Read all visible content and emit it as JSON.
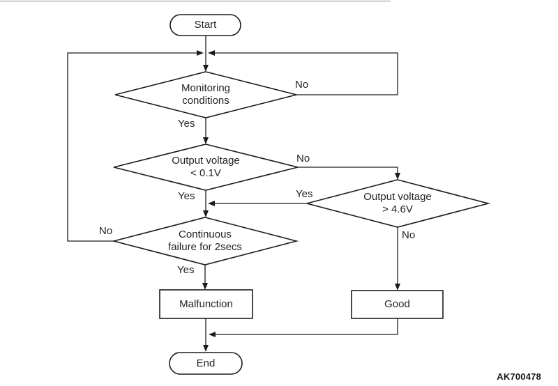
{
  "figure_code": "AK700478",
  "flowchart": {
    "nodes": {
      "start": {
        "label": "Start"
      },
      "monitoring": {
        "label": "Monitoring\nconditions"
      },
      "output_low": {
        "label": "Output voltage\n< 0.1V"
      },
      "output_high": {
        "label": "Output voltage\n> 4.6V"
      },
      "continuous": {
        "label": "Continuous\nfailure for 2secs"
      },
      "malfunction": {
        "label": "Malfunction"
      },
      "good": {
        "label": "Good"
      },
      "end": {
        "label": "End"
      }
    },
    "branch_labels": {
      "monitoring_yes": "Yes",
      "monitoring_no": "No",
      "output_low_yes": "Yes",
      "output_low_no": "No",
      "output_high_yes": "Yes",
      "output_high_no": "No",
      "continuous_yes": "Yes",
      "continuous_no": "No"
    },
    "colors": {
      "line": "#1c1c1c",
      "text": "#232323",
      "background": "#ffffff"
    }
  }
}
